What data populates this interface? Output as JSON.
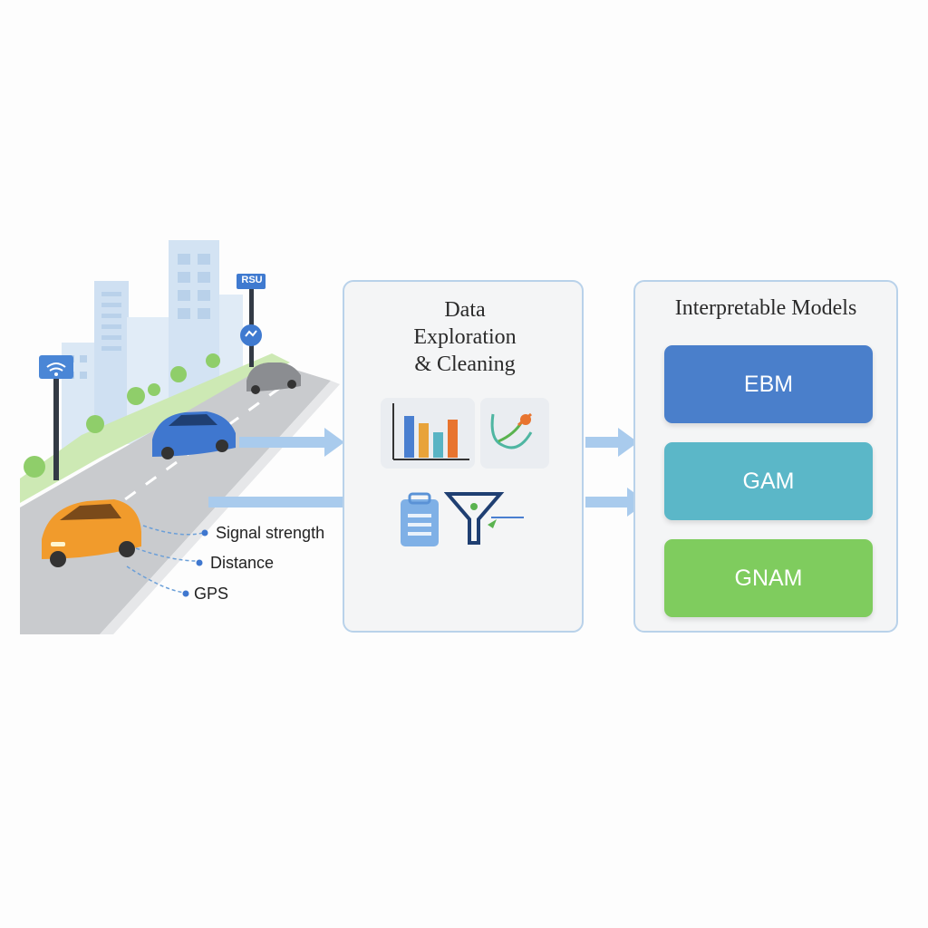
{
  "road_scene": {
    "rsu_sign": "RSU",
    "features": [
      {
        "label": "Signal strength"
      },
      {
        "label": "Distance"
      },
      {
        "label": "GPS"
      }
    ]
  },
  "exploration": {
    "title_lines": [
      "Data",
      "Exploration",
      "& Cleaning"
    ],
    "chart_bar_colors": [
      "#4a7fd0",
      "#e8a33a",
      "#59b4c4",
      "#e8742f"
    ]
  },
  "models": {
    "title": "Interpretable Models",
    "items": [
      {
        "label": "EBM",
        "color": "#4a7fcb"
      },
      {
        "label": "GAM",
        "color": "#5bb7c8"
      },
      {
        "label": "GNAM",
        "color": "#7fcc5e"
      }
    ]
  },
  "colors": {
    "arrow": "#a9cbed",
    "panel_border": "#b9d2ea",
    "road": "#c9cbce",
    "orange_car": "#f19b2c",
    "blue_car": "#3f77cf",
    "gray_car": "#8b8d91"
  }
}
